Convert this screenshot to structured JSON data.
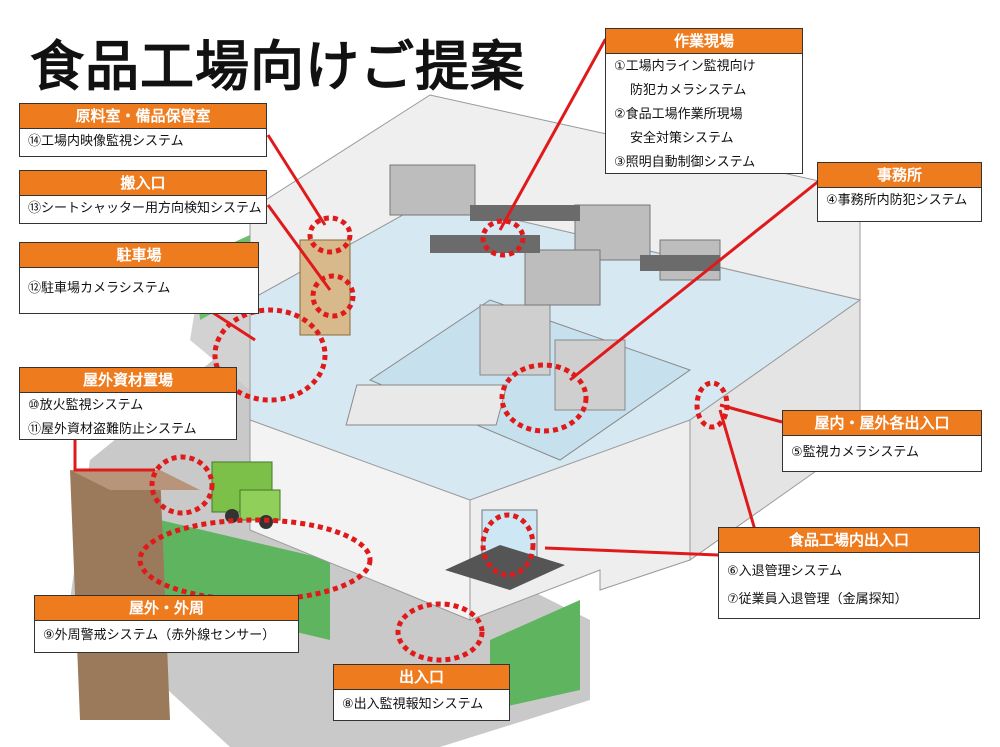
{
  "title": "食品工場向けご提案",
  "colors": {
    "accent": "#ee7b1e",
    "leader_line": "#e01a1a",
    "marker": "#e01a1a",
    "lawn": "#5fb55f",
    "floor": "#cfe3ef"
  },
  "callouts": {
    "work_site": {
      "heading": "作業現場",
      "lines": [
        "①工場内ライン監視向け",
        "防犯カメラシステム",
        "②食品工場作業所現場",
        "安全対策システム",
        "③照明自動制御システム"
      ]
    },
    "storage": {
      "heading": "原料室・備品保管室",
      "lines": [
        "⑭工場内映像監視システム"
      ]
    },
    "loading": {
      "heading": "搬入口",
      "lines": [
        "⑬シートシャッター用方向検知システム"
      ]
    },
    "office": {
      "heading": "事務所",
      "lines": [
        "④事務所内防犯システム"
      ]
    },
    "parking": {
      "heading": "駐車場",
      "lines": [
        "⑫駐車場カメラシステム"
      ]
    },
    "outdoor_storage": {
      "heading": "屋外資材置場",
      "lines": [
        "⑩放火監視システム",
        "⑪屋外資材盗難防止システム"
      ]
    },
    "exits": {
      "heading": "屋内・屋外各出入口",
      "lines": [
        "⑤監視カメラシステム"
      ]
    },
    "factory_entrance": {
      "heading": "食品工場内出入口",
      "lines": [
        "⑥入退管理システム",
        "⑦従業員入退管理（金属探知）"
      ]
    },
    "perimeter": {
      "heading": "屋外・外周",
      "lines": [
        "⑨外周警戒システム（赤外線センサー）"
      ]
    },
    "gate": {
      "heading": "出入口",
      "lines": [
        "⑧出入監視報知システム"
      ]
    }
  }
}
